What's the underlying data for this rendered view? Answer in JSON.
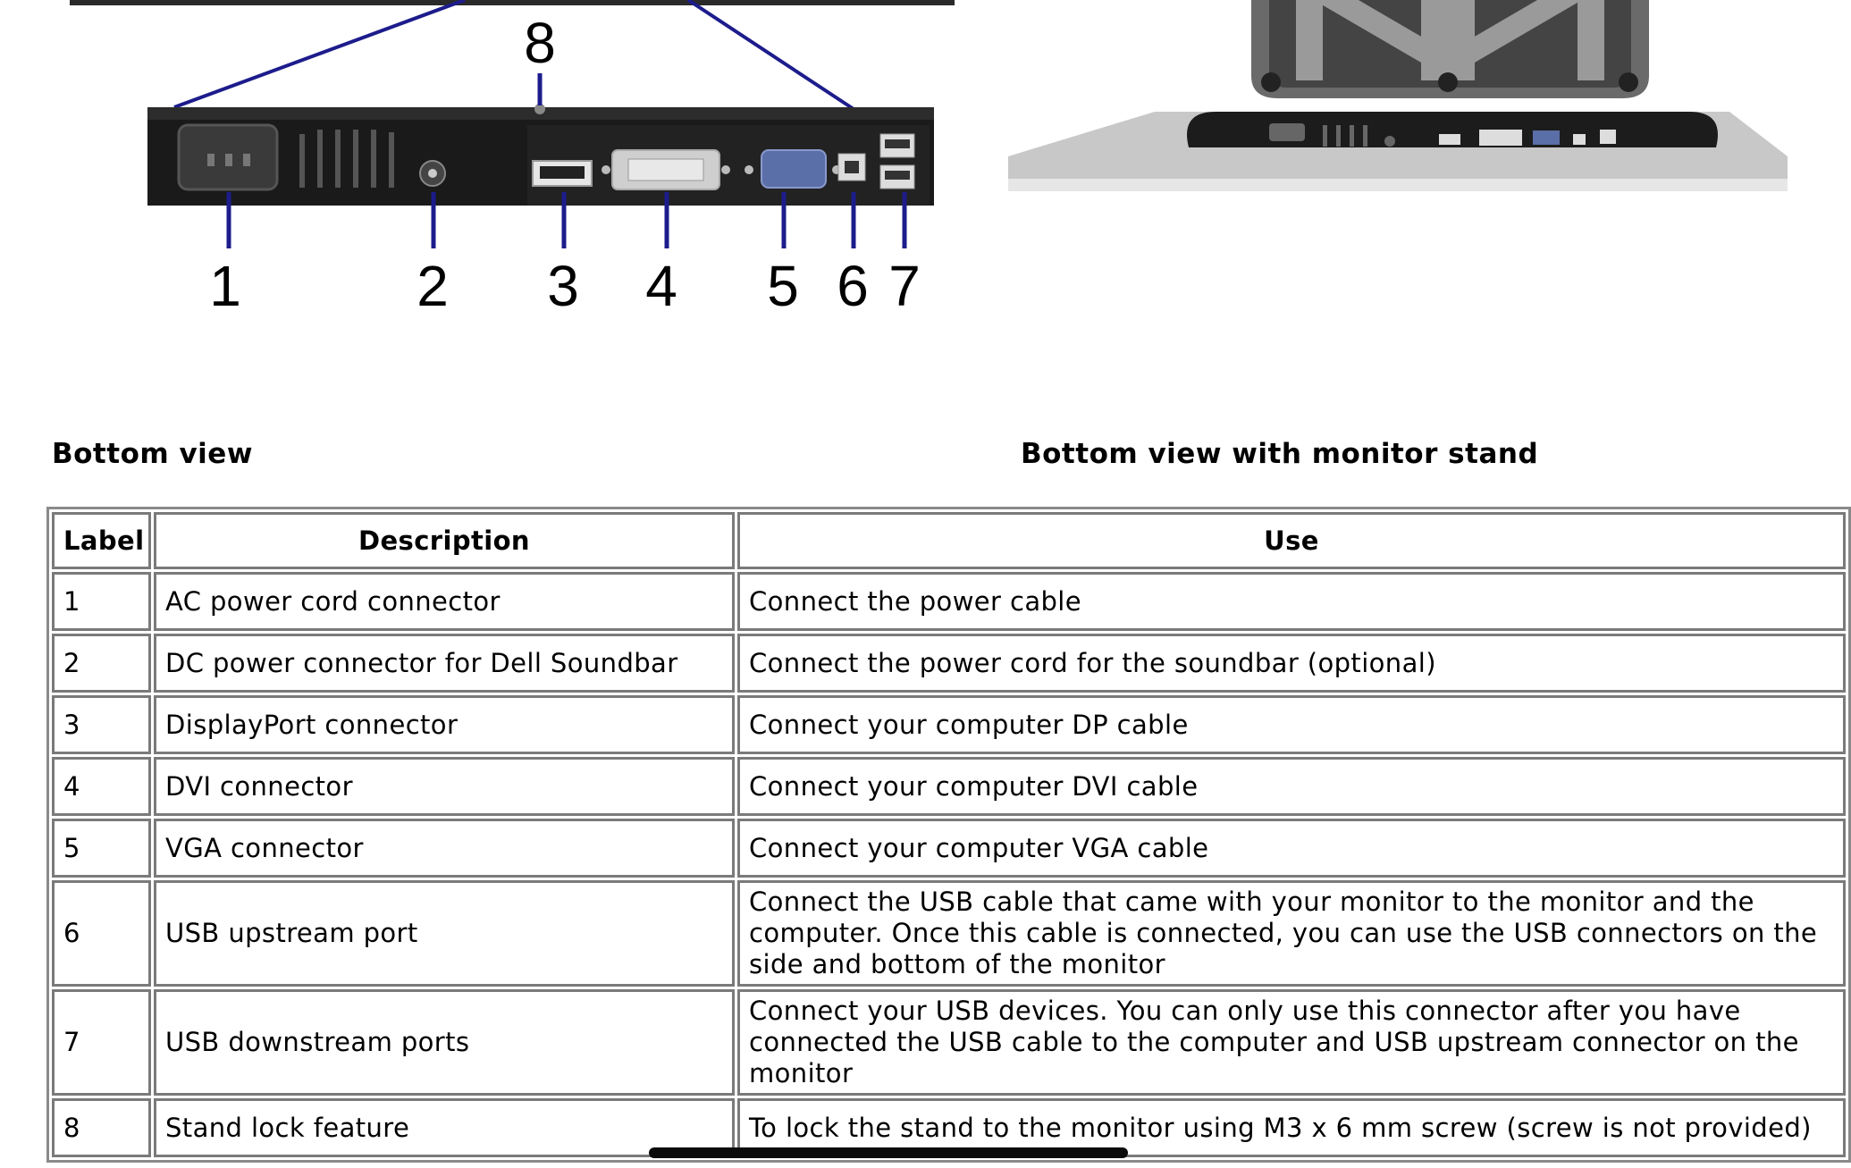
{
  "diagram": {
    "callouts": [
      "1",
      "2",
      "3",
      "4",
      "5",
      "6",
      "7",
      "8"
    ]
  },
  "captions": {
    "left": "Bottom view",
    "right": "Bottom view with monitor stand"
  },
  "table": {
    "headers": {
      "label": "Label",
      "description": "Description",
      "use": "Use"
    },
    "rows": [
      {
        "label": "1",
        "description": "AC power cord connector",
        "use": "Connect the power cable"
      },
      {
        "label": "2",
        "description": "DC power connector for Dell Soundbar",
        "use": "Connect the power cord for the soundbar (optional)"
      },
      {
        "label": "3",
        "description": "DisplayPort connector",
        "use": "Connect your computer DP cable"
      },
      {
        "label": "4",
        "description": "DVI connector",
        "use": "Connect your computer DVI cable"
      },
      {
        "label": "5",
        "description": "VGA connector",
        "use": "Connect your computer VGA cable"
      },
      {
        "label": "6",
        "description": "USB upstream port",
        "use": "Connect the USB cable that came with your monitor to the monitor and the computer. Once this cable is connected, you can use the USB connectors on the side and bottom of the monitor"
      },
      {
        "label": "7",
        "description": "USB downstream ports",
        "use": "Connect your USB devices. You can only use this connector after you have connected the USB cable to the computer and USB upstream connector on the monitor"
      },
      {
        "label": "8",
        "description": "Stand lock feature",
        "use": "To lock the stand to the monitor using M3 x 6 mm screw (screw is not provided)"
      }
    ]
  }
}
